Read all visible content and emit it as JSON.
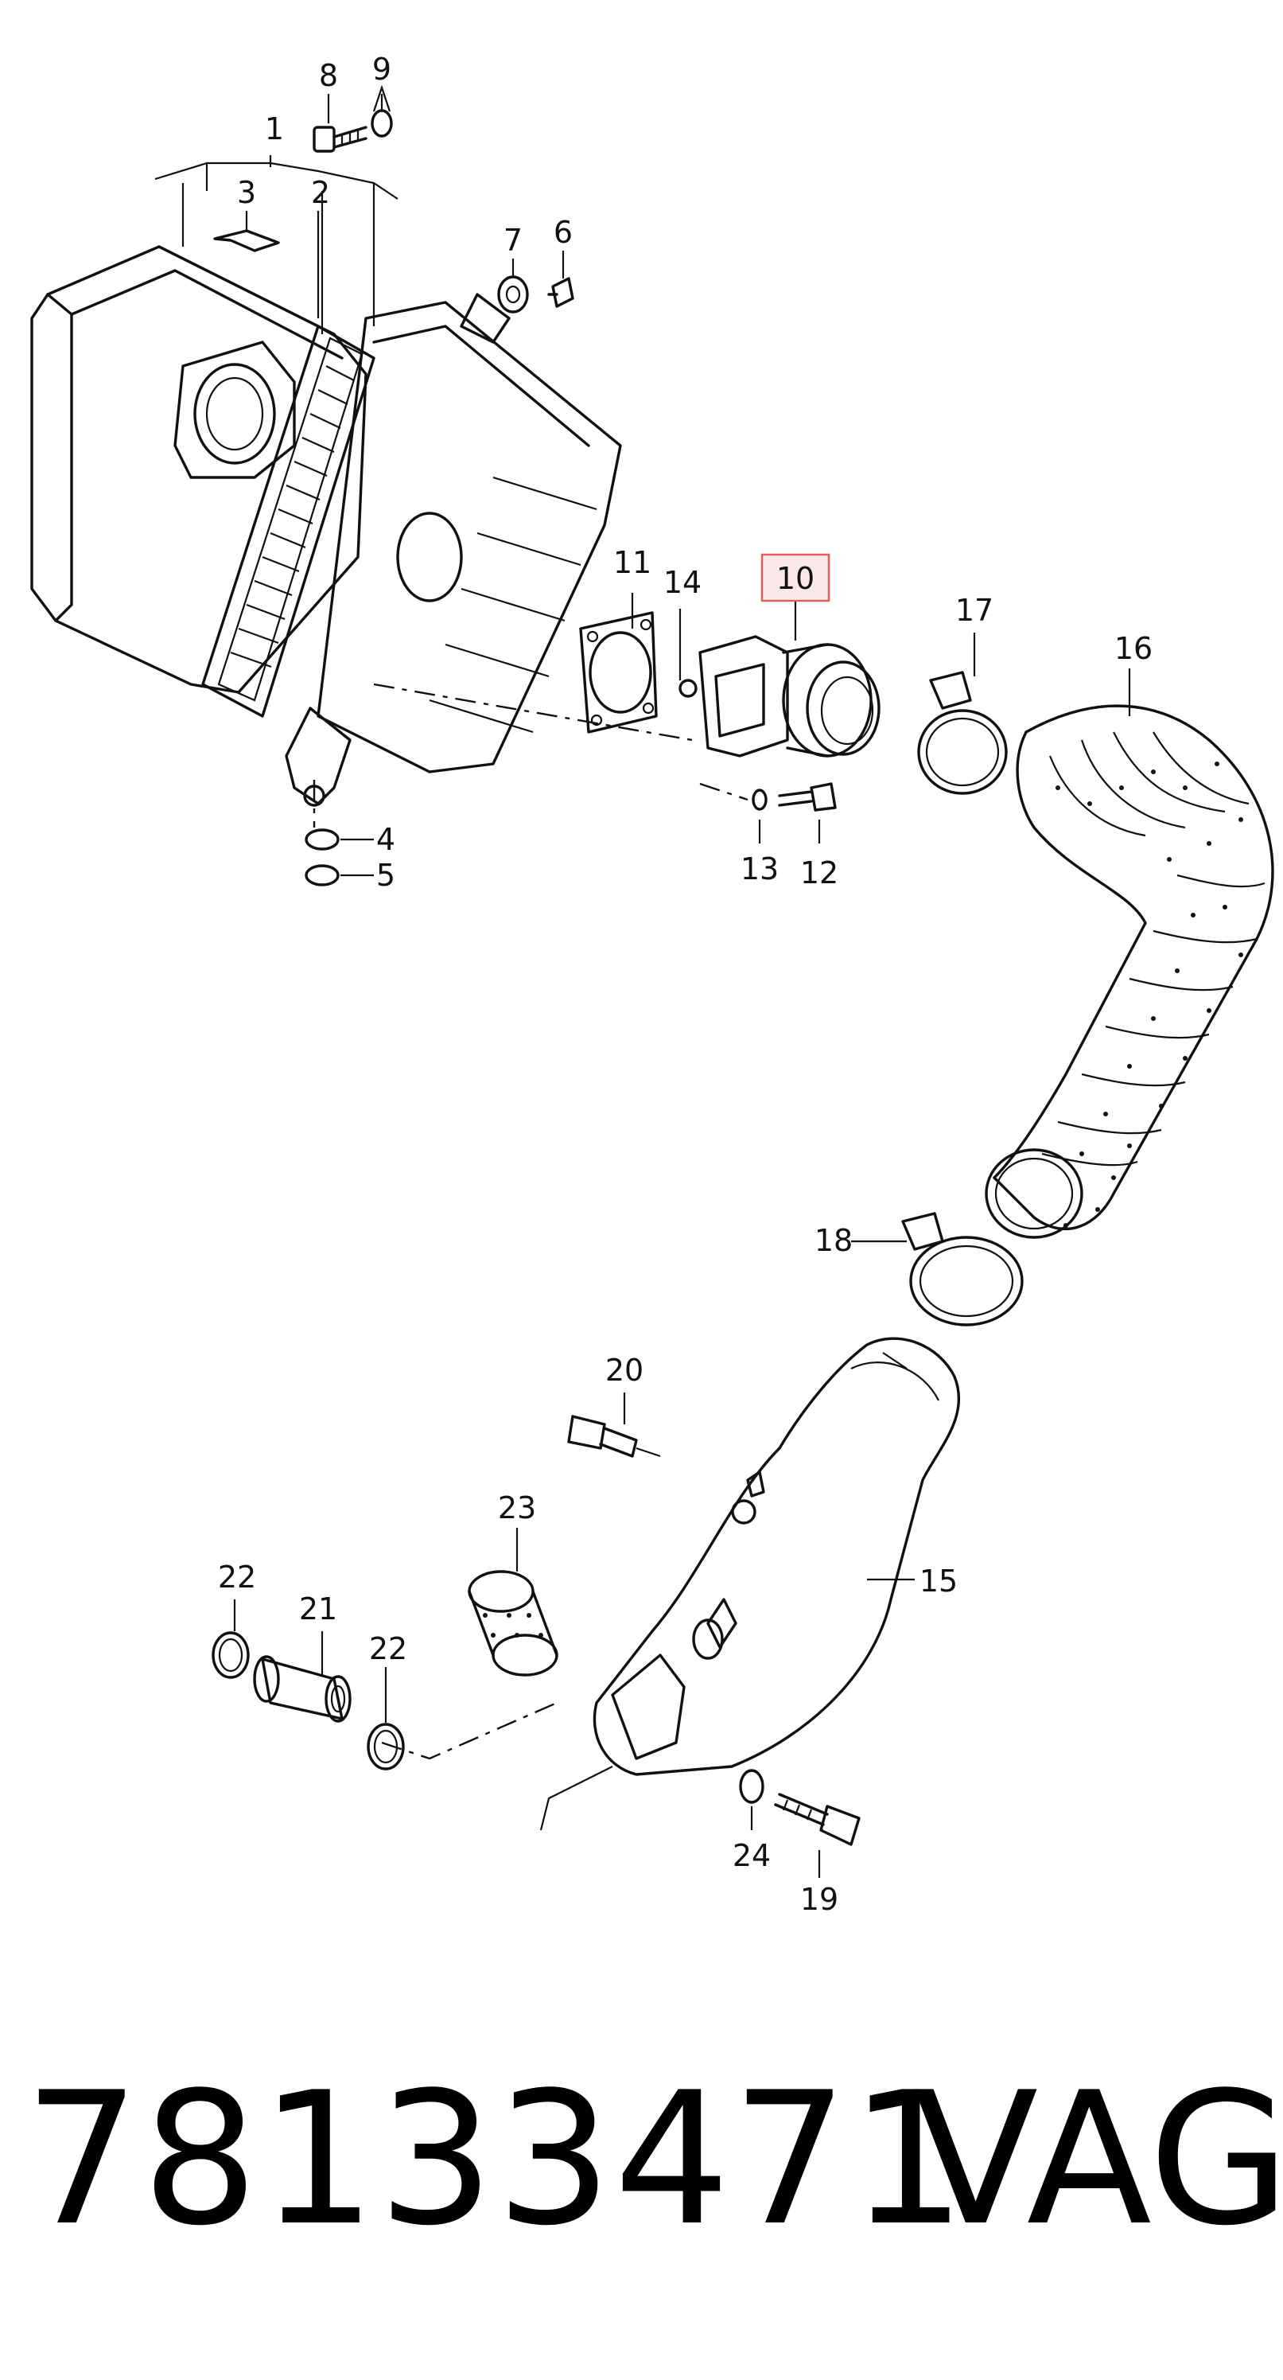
{
  "diagram": {
    "callouts": [
      "1",
      "2",
      "3",
      "4",
      "5",
      "6",
      "7",
      "8",
      "9",
      "10",
      "11",
      "12",
      "13",
      "14",
      "15",
      "16",
      "17",
      "18",
      "19",
      "20",
      "21",
      "22",
      "22",
      "23",
      "24"
    ],
    "highlight_color": "#e06060",
    "highlight_fill": "#fbe9e9"
  },
  "footer": {
    "part_number": "78133471",
    "brand": "VAG"
  }
}
